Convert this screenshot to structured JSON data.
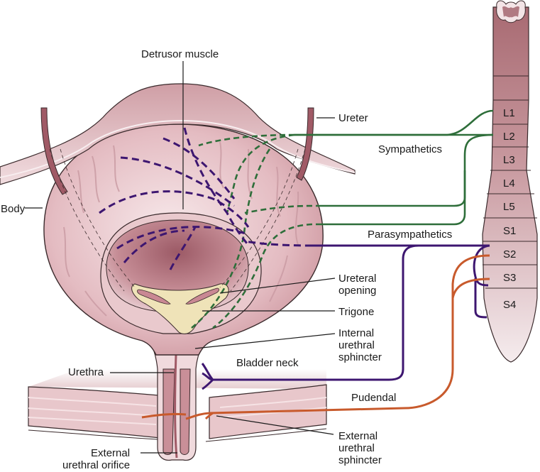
{
  "figure": {
    "title": "Innervation of the urinary bladder",
    "labels": {
      "detrusor": "Detrusor muscle",
      "ureter": "Ureter",
      "sympathetics": "Sympathetics",
      "body": "Body",
      "parasympathetics": "Parasympathetics",
      "ureteral_opening": "Ureteral\nopening",
      "trigone": "Trigone",
      "internal_sphincter": "Internal\nurethral\nsphincter",
      "bladder_neck": "Bladder neck",
      "urethra": "Urethra",
      "pudendal": "Pudendal",
      "external_sphincter": "External\nurethral\nsphincter",
      "external_orifice": "External\nurethral orifice"
    },
    "spinal_segments": [
      "L1",
      "L2",
      "L3",
      "L4",
      "L5",
      "S1",
      "S2",
      "S3",
      "S4"
    ],
    "colors": {
      "sympathetic": "#2e6e3a",
      "parasympathetic": "#3d1670",
      "pudendal": "#c85a2c",
      "bladder_wall": "#d9a9b0",
      "bladder_inner": "#f3dfe2",
      "lumen": "#b4737d",
      "trigone": "#efe3b8",
      "cord": "#a86a72",
      "cord_light": "#f2e6e8"
    }
  }
}
